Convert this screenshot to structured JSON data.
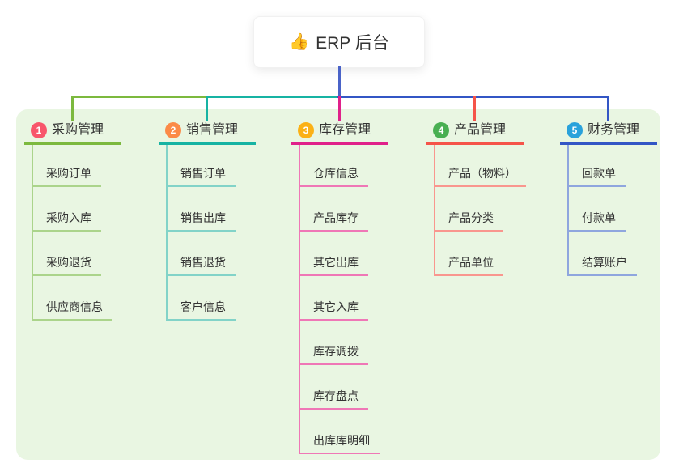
{
  "root": {
    "icon_name": "thumbs-up-icon",
    "icon_glyph": "👍",
    "label": "ERP 后台"
  },
  "colors": {
    "page_bg": "#ffffff",
    "panel_bg": "#e9f6e2",
    "root_card_bg": "#ffffff",
    "trunk": "#4a63c8",
    "text": "#333333"
  },
  "branches": [
    {
      "num": "1",
      "label": "采购管理",
      "badge_color": "#f8566b",
      "line_color": "#7cb93e",
      "sub_line_color": "#abd48b",
      "children": [
        "采购订单",
        "采购入库",
        "采购退货",
        "供应商信息"
      ]
    },
    {
      "num": "2",
      "label": "销售管理",
      "badge_color": "#fb8a47",
      "line_color": "#17b3a3",
      "sub_line_color": "#82d3c8",
      "children": [
        "销售订单",
        "销售出库",
        "销售退货",
        "客户信息"
      ]
    },
    {
      "num": "3",
      "label": "库存管理",
      "badge_color": "#fbb116",
      "line_color": "#e0218a",
      "sub_line_color": "#ef77b6",
      "children": [
        "仓库信息",
        "产品库存",
        "其它出库",
        "其它入库",
        "库存调拨",
        "库存盘点",
        "出库库明细"
      ]
    },
    {
      "num": "4",
      "label": "产品管理",
      "badge_color": "#49af52",
      "line_color": "#f55449",
      "sub_line_color": "#f9968e",
      "children": [
        "产品（物料）",
        "产品分类",
        "产品单位"
      ]
    },
    {
      "num": "5",
      "label": "财务管理",
      "badge_color": "#2aa2db",
      "line_color": "#3356c5",
      "sub_line_color": "#8fa6de",
      "children": [
        "回款单",
        "付款单",
        "结算账户"
      ]
    }
  ]
}
